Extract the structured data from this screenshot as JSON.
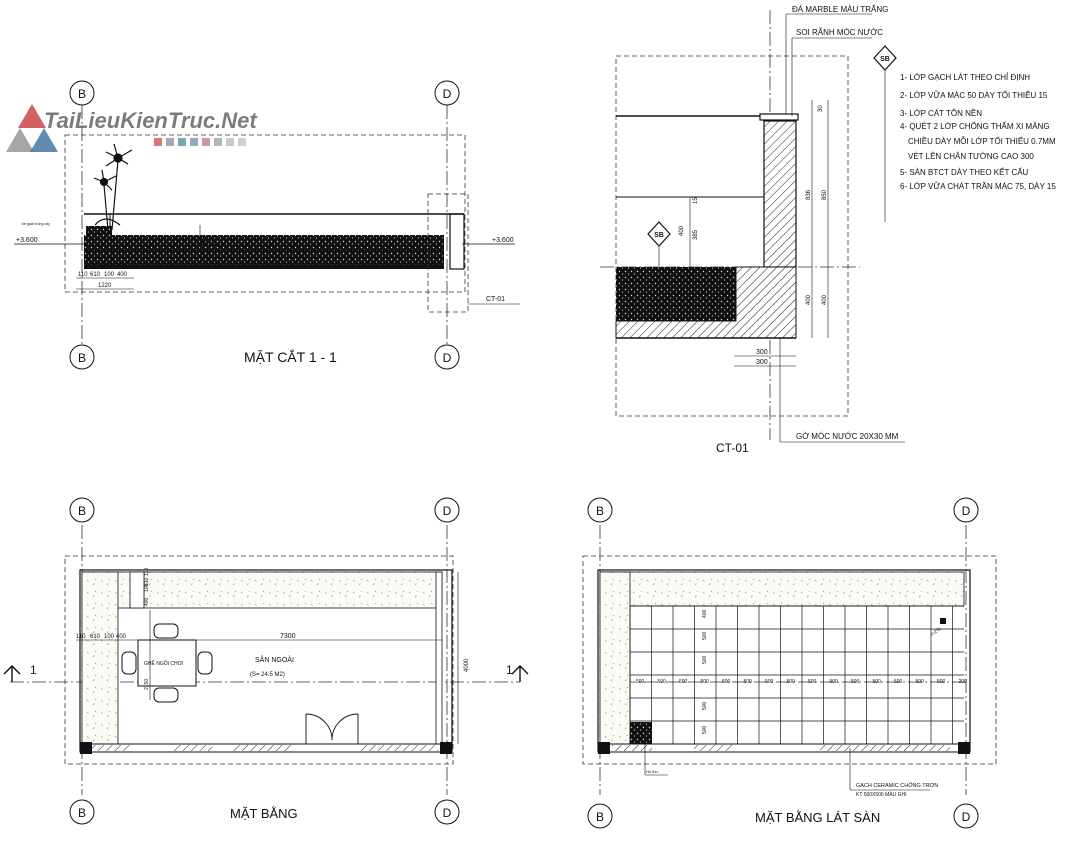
{
  "watermark": {
    "text": "TaiLieuKienTruc.Net"
  },
  "grid_labels": {
    "b": "B",
    "d": "D"
  },
  "section": {
    "title": "MẶT CẮT 1 - 1",
    "level_left": "+3.600",
    "level_right": "+3.600",
    "dim_height_a": "400",
    "dim_height_b": "100",
    "dims_row": [
      "110",
      "610",
      "100",
      "400"
    ],
    "dim_total": "1220",
    "callout": "CT-01",
    "small_note": "bệ gạch trồng cây"
  },
  "detail": {
    "title": "CT-01",
    "tag": "SB",
    "label_marble": "ĐÁ MARBLE MÀU TRẮNG",
    "label_groove": "SOI RÃNH MÓC NƯỚC",
    "label_drip": "GỜ MÓC NƯỚC 20X30 MM",
    "notes": [
      "1- LỚP GẠCH LÁT THEO CHỈ ĐỊNH",
      "2- LỚP VỮA MÁC 50 DÀY TỐI THIỂU 15",
      "3- LỚP CÁT TÔN NỀN",
      "4- QUÉT 2 LỚP CHỐNG THẤM XI MĂNG",
      "CHIỀU DÀY MỖI LỚP TỐI THIỂU 0.7MM",
      "VÉT LÊN CHÂN TƯỜNG CAO 300",
      "5- SÀN BTCT DÀY THEO KẾT CẤU",
      "6- LỚP VỮA CHÁT TRẦN MÁC 75, DÀY 15"
    ],
    "dims_vertical": [
      "30",
      "836",
      "850",
      "400",
      "400"
    ],
    "dim_385": "385",
    "dim_400": "400",
    "dim_15": "15",
    "dims_bottom": [
      "300",
      "300"
    ]
  },
  "plan": {
    "title": "MẶT BẰNG",
    "room_name": "SÂN NGOÀI",
    "room_area": "(S= 24.5 M2)",
    "furniture": "GHẾ NGỒI CHƠI",
    "dim_length": "7300",
    "dims_row": [
      "110",
      "610",
      "100",
      "400"
    ],
    "dim_height": "4000",
    "dim_side": "2150",
    "dims_left": [
      "400",
      "100",
      "610",
      "110"
    ],
    "section_mark": "1"
  },
  "tile_plan": {
    "title": "MẶT BẰNG LÁT SÀN",
    "tile_label": "GẠCH CERAMIC CHỐNG TRƠN",
    "tile_spec": "KT 500X500 MÀU GHI",
    "tile_dim": "500",
    "tile_dim_last": "200",
    "tile_dim_top": "400",
    "slope_label": "i=2%",
    "drain_label": "Hố thu"
  }
}
